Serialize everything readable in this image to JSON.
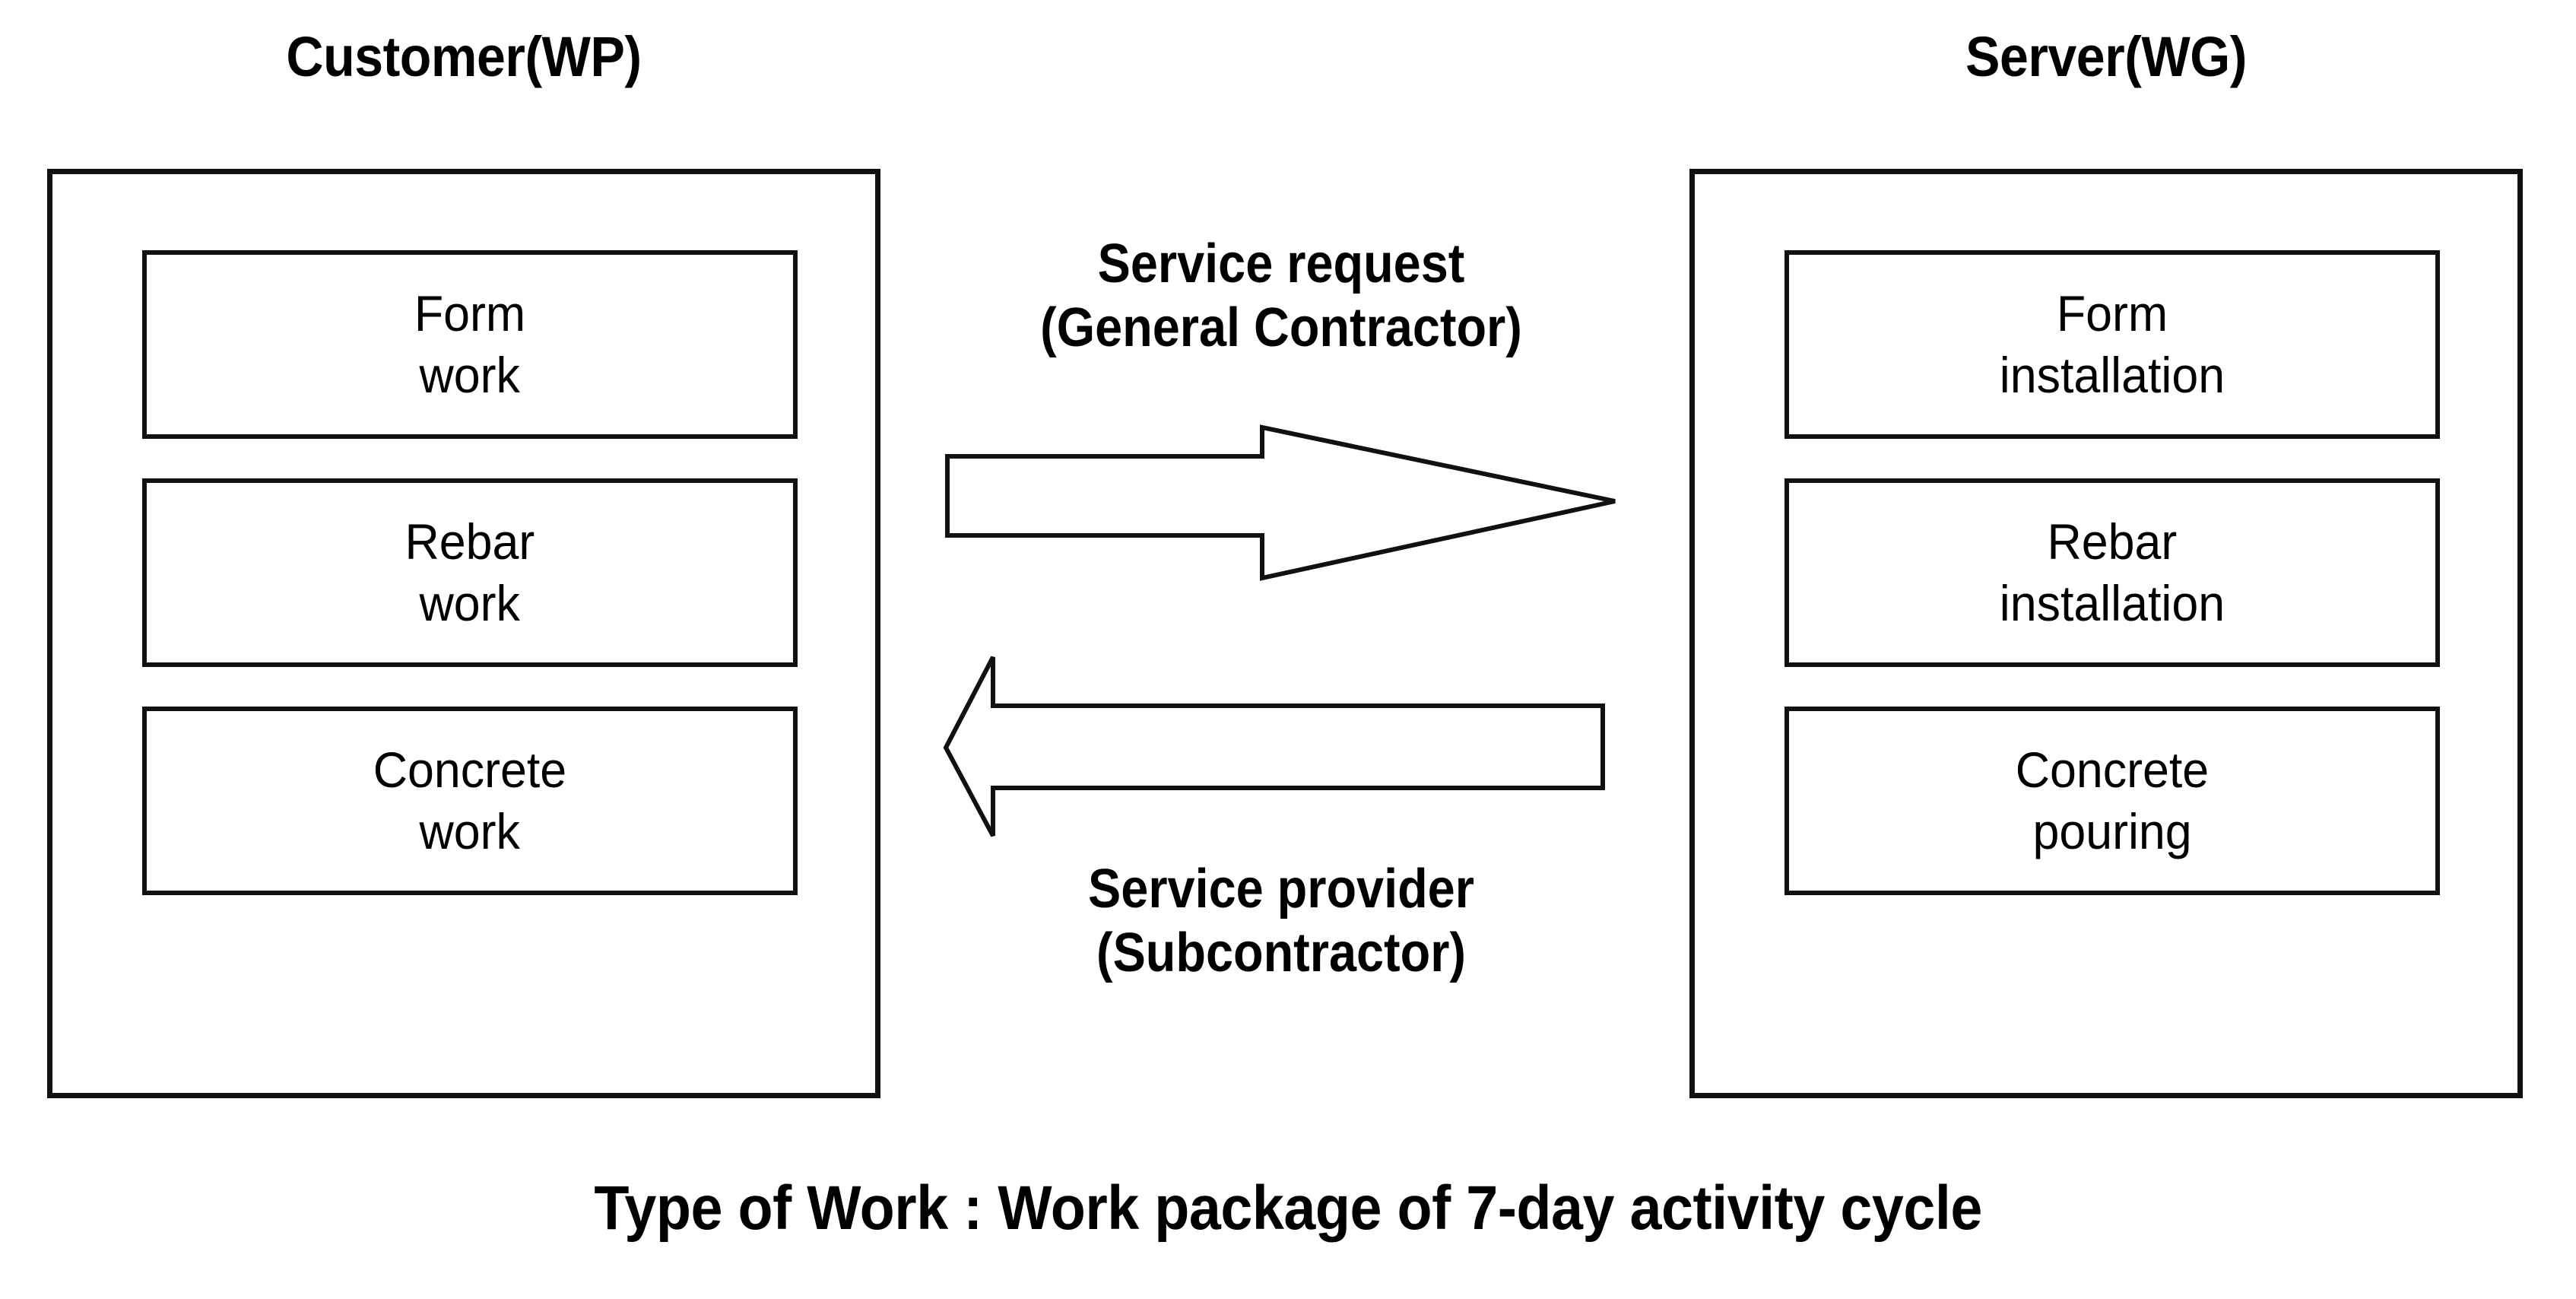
{
  "figure": {
    "caption": "Type of Work : Work package of 7-day activity cycle"
  },
  "columns": {
    "customer": {
      "heading": "Customer(WP)",
      "tasks": [
        {
          "line1": "Form",
          "line2": "work"
        },
        {
          "line1": "Rebar",
          "line2": "work"
        },
        {
          "line1": "Concrete",
          "line2": "work"
        }
      ]
    },
    "server": {
      "heading": "Server(WG)",
      "tasks": [
        {
          "line1": "Form",
          "line2": "installation"
        },
        {
          "line1": "Rebar",
          "line2": "installation"
        },
        {
          "line1": "Concrete",
          "line2": "pouring"
        }
      ]
    }
  },
  "flows": {
    "request": {
      "line1": "Service request",
      "line2": "(General Contractor)",
      "arrow_direction": "right",
      "arrow_icon": "right-arrow-icon"
    },
    "provider": {
      "line1": "Service provider",
      "line2": "(Subcontractor)",
      "arrow_direction": "left",
      "arrow_icon": "left-arrow-icon"
    }
  },
  "colors": {
    "stroke": "#111111",
    "background": "#ffffff",
    "text": "#000000"
  }
}
